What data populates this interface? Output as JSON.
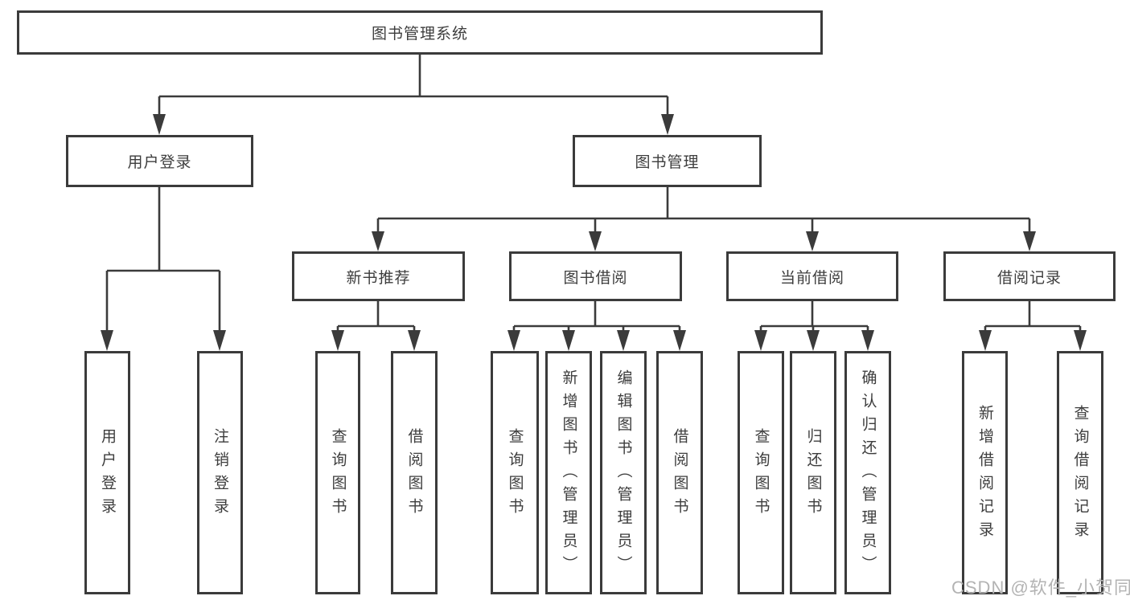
{
  "diagram_title": "图书管理系统",
  "nodes": {
    "root": "图书管理系统",
    "user_login": "用户登录",
    "book_management": "图书管理",
    "new_book_recommend": "新书推荐",
    "book_borrowing": "图书借阅",
    "current_borrowing": "当前借阅",
    "borrowing_records": "借阅记录",
    "leaf_user_login": "用户登录",
    "leaf_logout": "注销登录",
    "leaf_query_books_recommend": "查询图书",
    "leaf_borrow_books_recommend": "借阅图书",
    "leaf_query_books_borrowing": "查询图书",
    "leaf_add_books_admin": "新增图书（管理员）",
    "leaf_edit_books_admin": "编辑图书（管理员）",
    "leaf_borrow_books_borrowing": "借阅图书",
    "leaf_query_books_current": "查询图书",
    "leaf_return_books": "归还图书",
    "leaf_confirm_return_admin": "确认归还（管理员）",
    "leaf_add_borrow_record": "新增借阅记录",
    "leaf_query_borrow_record": "查询借阅记录"
  },
  "watermark": "CSDN @软件_小贺同学",
  "colors": {
    "line": "#3b3b3b",
    "text": "#3d3d3d",
    "watermark": "#b3b3b3",
    "background": "#ffffff"
  }
}
